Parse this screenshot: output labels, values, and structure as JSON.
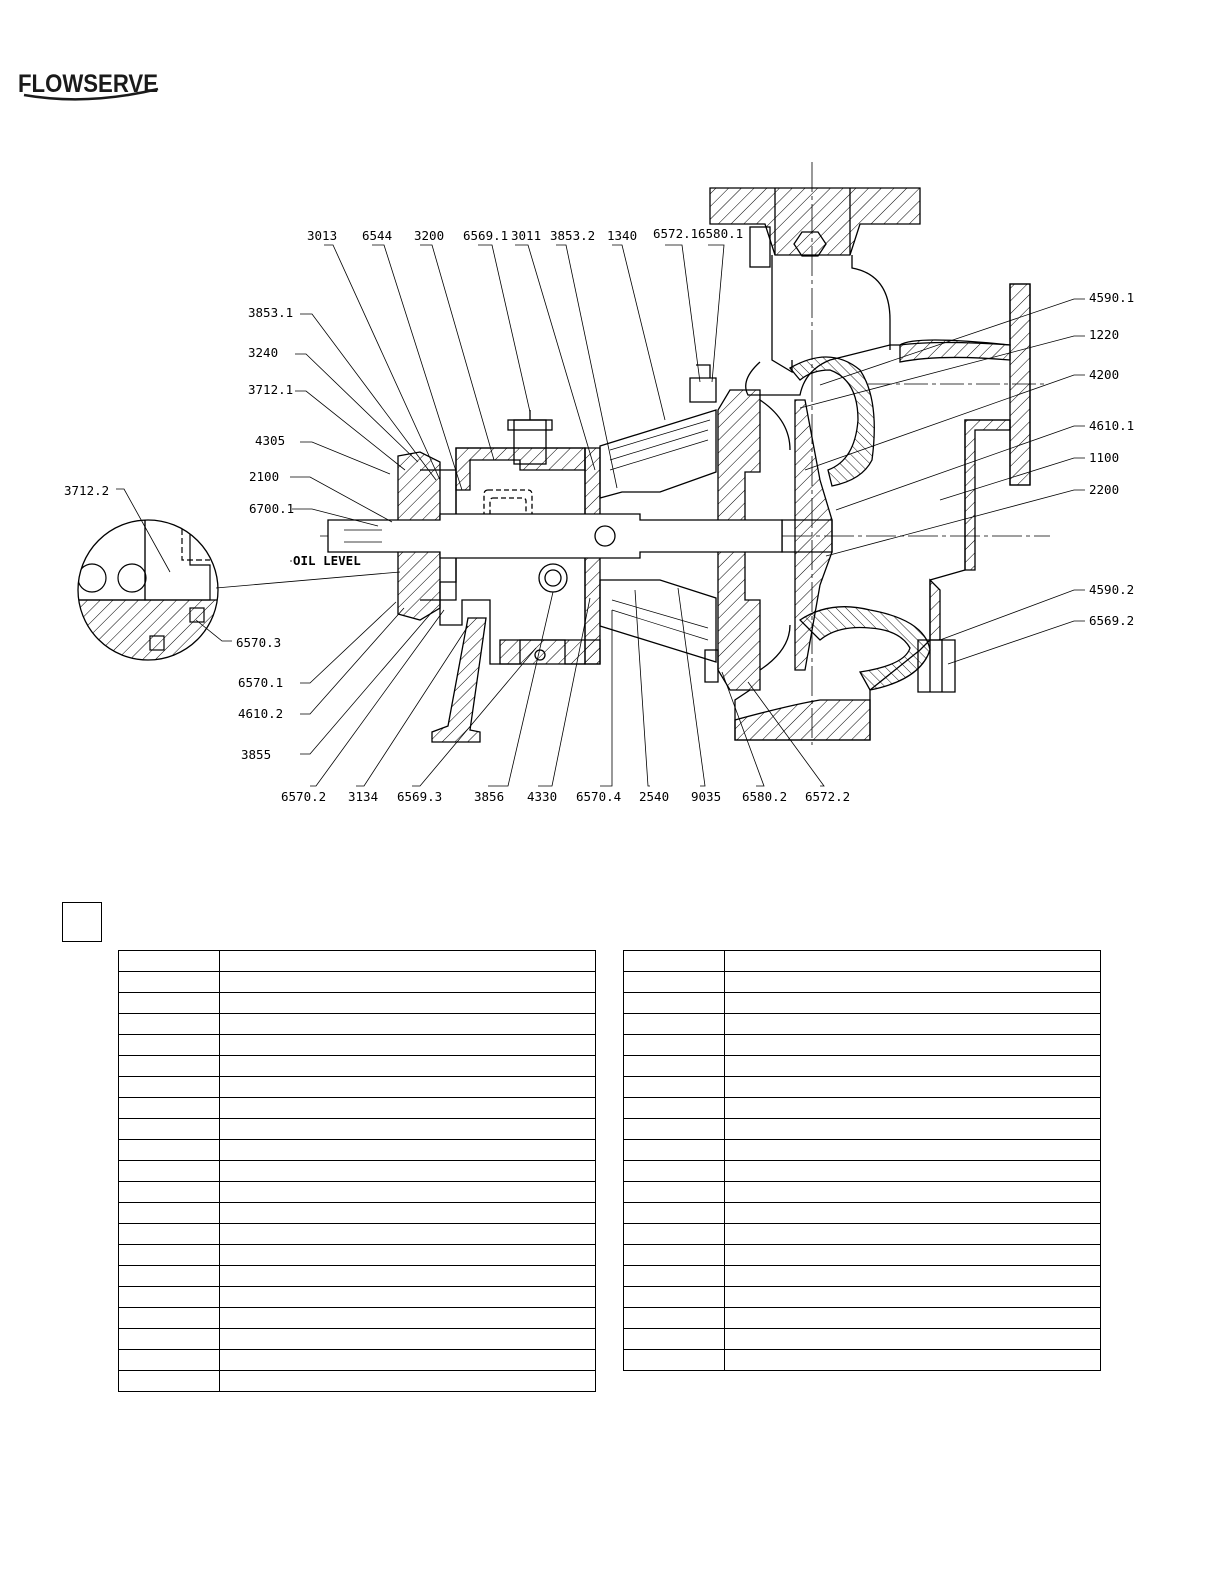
{
  "brand": {
    "name": "FLOWSERVE",
    "color": "#1a1a1a"
  },
  "drawing": {
    "oil_level_label": "OIL LEVEL",
    "callouts": {
      "top": [
        "3013",
        "6544",
        "3200",
        "6569.1",
        "3011",
        "3853.2",
        "1340",
        "6572.1",
        "6580.1"
      ],
      "left": [
        "3853.1",
        "3240",
        "3712.1",
        "4305",
        "2100",
        "6700.1"
      ],
      "detail": [
        "3712.2",
        "6570.3"
      ],
      "lower_left": [
        "6570.1",
        "4610.2",
        "3855"
      ],
      "bottom": [
        "6570.2",
        "3134",
        "6569.3",
        "3856",
        "4330",
        "6570.4",
        "2540",
        "9035",
        "6580.2",
        "6572.2"
      ],
      "right": [
        "4590.1",
        "1220",
        "4200",
        "4610.1",
        "1100",
        "2200",
        "4590.2",
        "6569.2"
      ]
    }
  },
  "parts_table_left": {
    "row_count": 21
  },
  "parts_table_right": {
    "row_count": 20
  }
}
